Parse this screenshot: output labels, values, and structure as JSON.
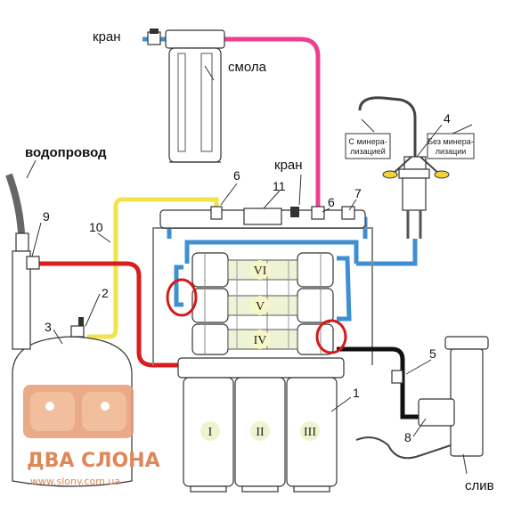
{
  "labels": {
    "tap_top": "кран",
    "resin": "смола",
    "water_supply": "водопровод",
    "tap_mid": "кран",
    "with_mineralization": "С минера-\nлизацией",
    "without_mineralization": "Без минера-\nлизации",
    "drain": "слив"
  },
  "numbers": {
    "n1": "1",
    "n2": "2",
    "n3": "3",
    "n4": "4",
    "n5": "5",
    "n6a": "6",
    "n6b": "6",
    "n7": "7",
    "n8": "8",
    "n9": "9",
    "n10": "10",
    "n11": "11"
  },
  "stages": {
    "i": "I",
    "ii": "II",
    "iii": "III",
    "iv": "IV",
    "v": "V",
    "vi": "VI"
  },
  "watermark": {
    "brand": "ДВА СЛОНА",
    "url": "www.slony.com.ua"
  },
  "colors": {
    "pink": "#ee3e8e",
    "yellow": "#f2e34b",
    "blue": "#3f8fd4",
    "red": "#d81e1e",
    "black": "#111111",
    "highlight": "#d41a1a",
    "watermark": "#e0875a"
  }
}
